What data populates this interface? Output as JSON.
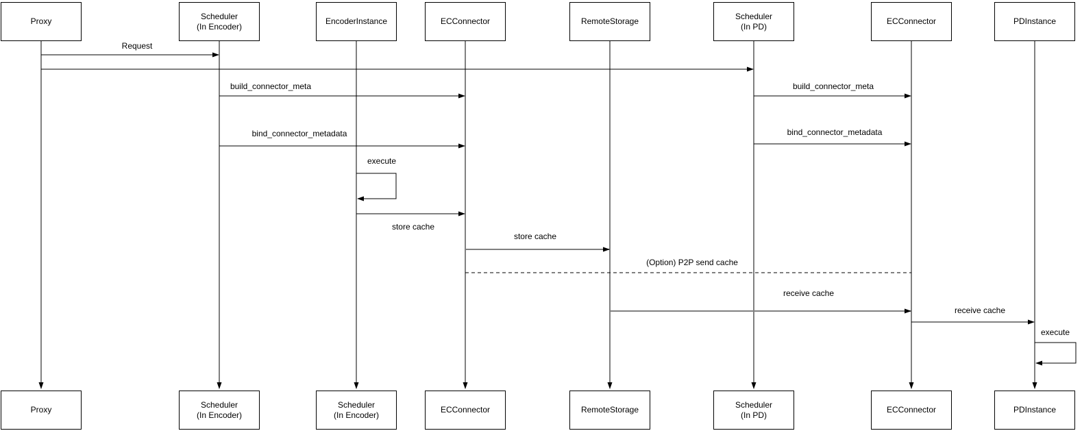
{
  "diagram": {
    "kind": "uml-sequence-diagram",
    "background": "#ffffff",
    "colors": {
      "line": "#000000",
      "gray_line": "#808080",
      "box_border": "#000000",
      "box_fill": "#ffffff",
      "text": "#000000"
    },
    "participants_top": [
      {
        "line1": "Proxy",
        "line2": ""
      },
      {
        "line1": "Scheduler",
        "line2": "(In Encoder)"
      },
      {
        "line1": "EncoderInstance",
        "line2": ""
      },
      {
        "line1": "ECConnector",
        "line2": ""
      },
      {
        "line1": "RemoteStorage",
        "line2": ""
      },
      {
        "line1": "Scheduler",
        "line2": "(In PD)"
      },
      {
        "line1": "ECConnector",
        "line2": ""
      },
      {
        "line1": "PDInstance",
        "line2": ""
      }
    ],
    "participants_bottom": [
      {
        "line1": "Proxy",
        "line2": ""
      },
      {
        "line1": "Scheduler",
        "line2": "(In Encoder)"
      },
      {
        "line1": "Scheduler",
        "line2": "(In Encoder)"
      },
      {
        "line1": "ECConnector",
        "line2": ""
      },
      {
        "line1": "RemoteStorage",
        "line2": ""
      },
      {
        "line1": "Scheduler",
        "line2": "(In PD)"
      },
      {
        "line1": "ECConnector",
        "line2": ""
      },
      {
        "line1": "PDInstance",
        "line2": ""
      }
    ],
    "messages": [
      {
        "label": "Request",
        "from": "Proxy",
        "to": "Scheduler (In Encoder)",
        "line": "solid-black"
      },
      {
        "label": "",
        "from": "Proxy",
        "to": "Scheduler (In PD)",
        "line": "solid-black"
      },
      {
        "label": "build_connector_meta",
        "from": "Scheduler (In Encoder)",
        "to": "ECConnector",
        "line": "solid-black"
      },
      {
        "label": "build_connector_meta",
        "from": "Scheduler (In PD)",
        "to": "ECConnector (PD side)",
        "line": "solid-black"
      },
      {
        "label": "bind_connector_metadata",
        "from": "Scheduler (In Encoder)",
        "to": "ECConnector",
        "line": "solid-black"
      },
      {
        "label": "bind_connector_metadata",
        "from": "Scheduler (In PD)",
        "to": "ECConnector (PD side)",
        "line": "solid-black"
      },
      {
        "label": "execute",
        "from": "EncoderInstance",
        "to": "EncoderInstance",
        "line": "self-loop"
      },
      {
        "label": "store cache",
        "from": "EncoderInstance",
        "to": "ECConnector",
        "line": "solid-black"
      },
      {
        "label": "store cache",
        "from": "ECConnector",
        "to": "RemoteStorage",
        "line": "solid-gray"
      },
      {
        "label": "(Option) P2P send cache",
        "from": "ECConnector",
        "to": "ECConnector (PD side)",
        "line": "dashed-black"
      },
      {
        "label": "receive cache",
        "from": "RemoteStorage",
        "to": "ECConnector (PD side)",
        "line": "solid-gray"
      },
      {
        "label": "receive cache",
        "from": "ECConnector (PD side)",
        "to": "PDInstance",
        "line": "solid-black"
      },
      {
        "label": "execute",
        "from": "PDInstance",
        "to": "PDInstance",
        "line": "self-loop"
      }
    ]
  }
}
